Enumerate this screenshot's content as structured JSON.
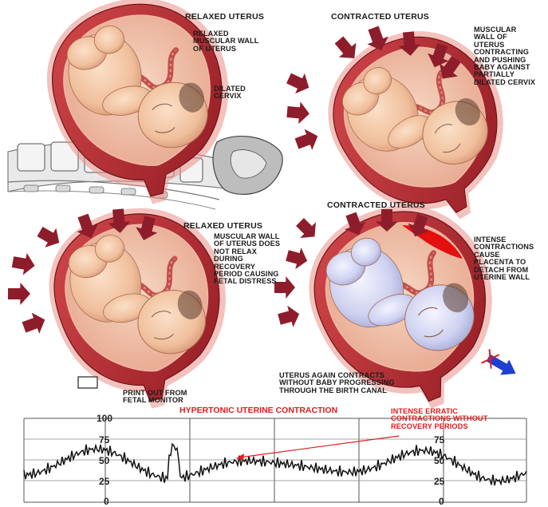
{
  "panels": {
    "top_left": {
      "title": "RELAXED UTERUS",
      "labels": [
        "RELAXED\nMUSCULAR WALL\nOF UTERUS",
        "DILATED\nCERVIX"
      ]
    },
    "top_right": {
      "title": "CONTRACTED UTERUS",
      "labels": [
        "MUSCULAR\nWALL OF\nUTERUS\nCONTRACTING\nAND PUSHING\nBABY AGAINST\nPARTIALLY\nDILATED CERVIX"
      ]
    },
    "bottom_left": {
      "title": "RELAXED UTERUS",
      "labels": [
        "MUSCULAR WALL\nOF UTERUS DOES\nNOT RELAX\nDURING\nRECOVERY\nPERIOD CAUSING\nFETAL DISTRESS"
      ]
    },
    "bottom_right": {
      "title": "CONTRACTED UTERUS",
      "labels": [
        "INTENSE\nCONTRACTIONS\nCAUSE\nPLACENTA TO\nDETACH FROM\nUTERINE WALL",
        "UTERUS AGAIN CONTRACTS\nWITHOUT  BABY PROGRESSING\nTHROUGH THE BIRTH CANAL"
      ]
    }
  },
  "legend": {
    "label": "PRINT OUT FROM\nFETAL MONITOR"
  },
  "monitor": {
    "title": "HYPERTONIC UTERINE CONTRACTION",
    "annotation": "INTENSE ERRATIC\nCONTRACTIONS WITHOUT\nRECOVERY PERIODS",
    "scale_left": [
      "100",
      "75",
      "50",
      "25",
      "0"
    ],
    "scale_right": [
      "75",
      "50",
      "25",
      "0"
    ],
    "colors": {
      "title": "#e01b1b",
      "trace": "#111111",
      "grid": "#555555"
    }
  },
  "colors": {
    "uterus_wall": "#b52a2e",
    "uterus_lining": "#e98f86",
    "skin": "#f2c6a6",
    "hypoxic_skin": "#d9dcf4",
    "arrow": "#8e1d2c",
    "hemorrhage": "#e40f0f"
  },
  "icons": [
    "contraction-arrow-icon",
    "bleeding-arrow-icon"
  ]
}
